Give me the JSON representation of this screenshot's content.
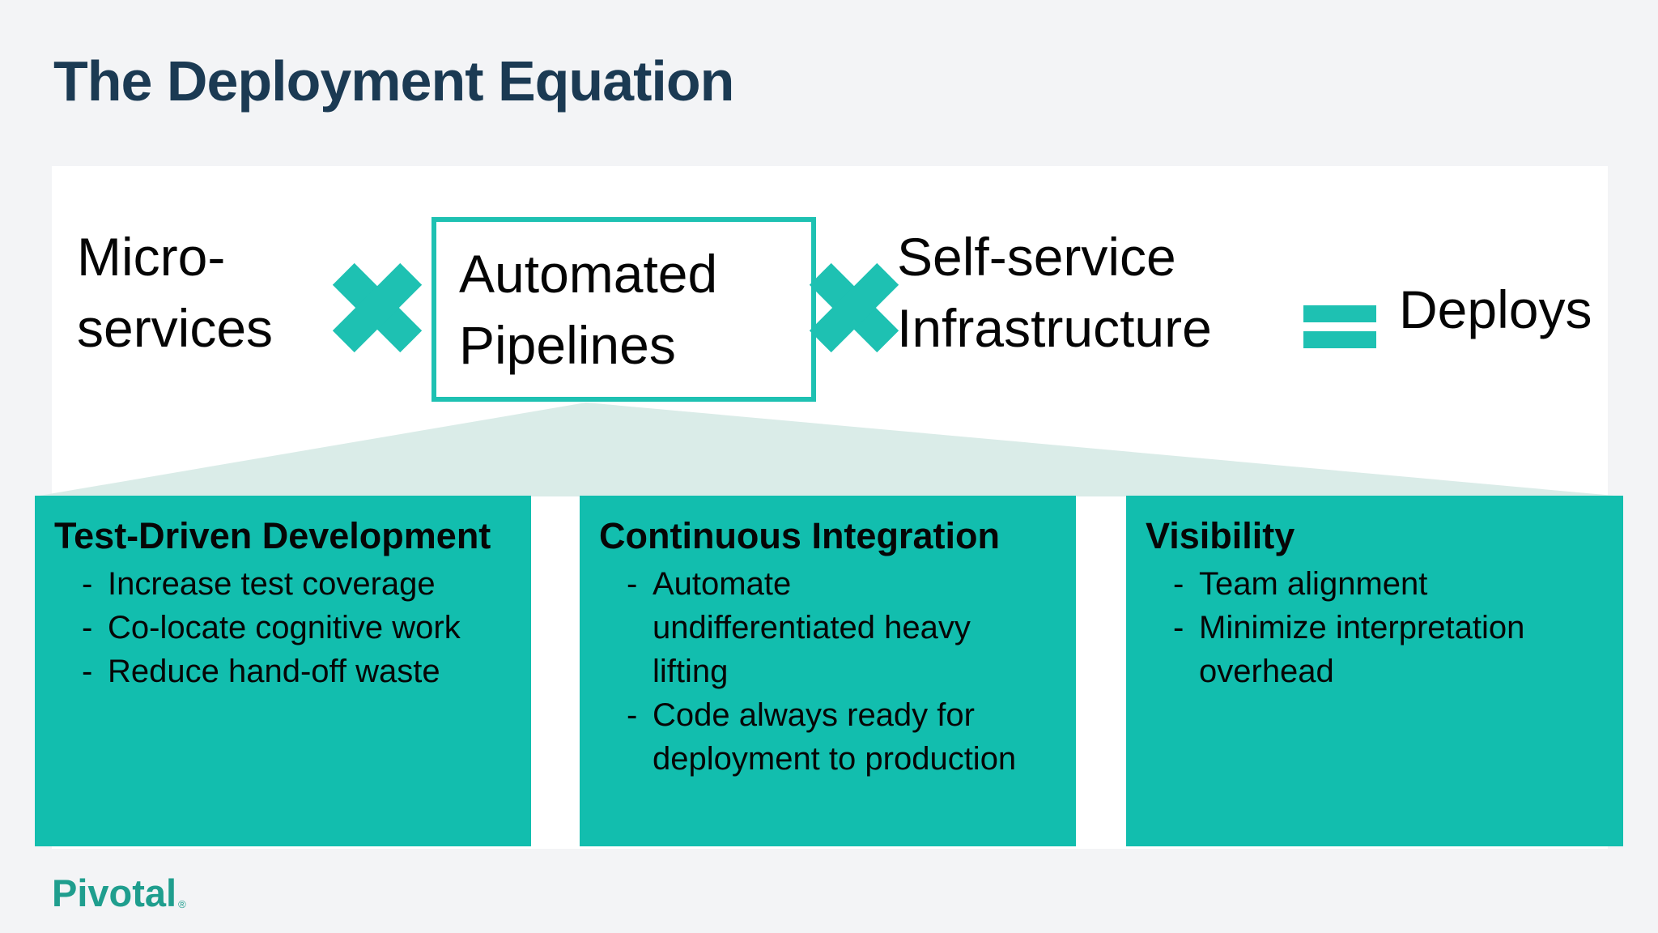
{
  "title": "The Deployment Equation",
  "equation": {
    "term1": {
      "line1": "Micro-",
      "line2": "services"
    },
    "term2": {
      "line1": "Automated",
      "line2": "Pipelines",
      "highlighted": true
    },
    "term3": {
      "line1": "Self-service",
      "line2": "Infrastructure"
    },
    "result": "Deploys",
    "multiply_symbol": "×",
    "equals_symbol": "="
  },
  "bullet_marker": "-",
  "cards": [
    {
      "title": "Test-Driven Development",
      "bullets": [
        "Increase test coverage",
        "Co-locate cognitive work",
        "Reduce hand-off waste"
      ]
    },
    {
      "title": "Continuous Integration",
      "bullets": [
        "Automate undifferentiated heavy lifting",
        "Code always ready for deployment to production"
      ]
    },
    {
      "title": "Visibility",
      "bullets": [
        "Team alignment",
        "Minimize interpretation overhead"
      ]
    }
  ],
  "footer": {
    "logo": "Pivotal",
    "registered": "®"
  },
  "colors": {
    "accent_teal": "#1EC1B2",
    "card_teal": "#12BEAE",
    "fan_triangle": "#DAECE8",
    "title_navy": "#1B3A53",
    "logo_teal": "#1F9E8E",
    "background": "#F3F4F6",
    "panel": "#FFFFFF",
    "text_black": "#050505"
  }
}
